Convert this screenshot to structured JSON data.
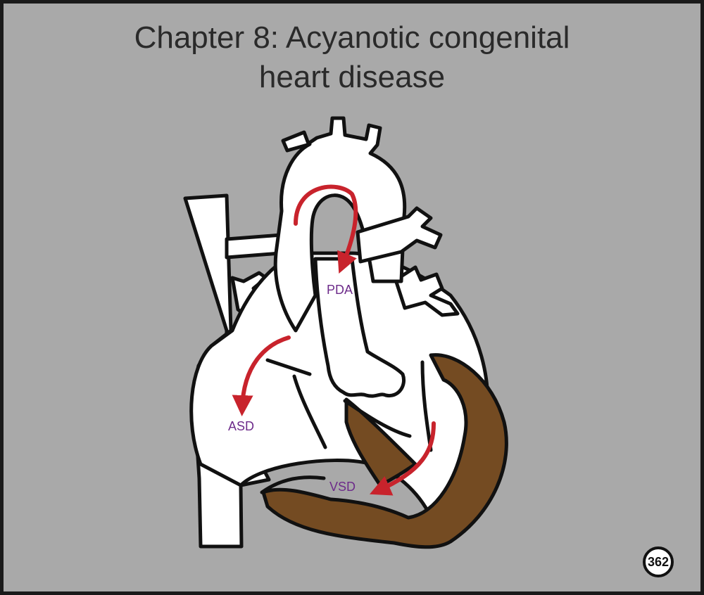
{
  "title": {
    "line1": "Chapter 8: Acyanotic congenital",
    "line2": "heart disease"
  },
  "labels": {
    "pda": "PDA",
    "asd": "ASD",
    "vsd": "VSD"
  },
  "page_number": "362",
  "colors": {
    "background": "#a9a9a9",
    "heart_fill": "#ffffff",
    "outline": "#111111",
    "myocardium": "#744b22",
    "arrow": "#c8232c",
    "label": "#6d2b8a"
  }
}
